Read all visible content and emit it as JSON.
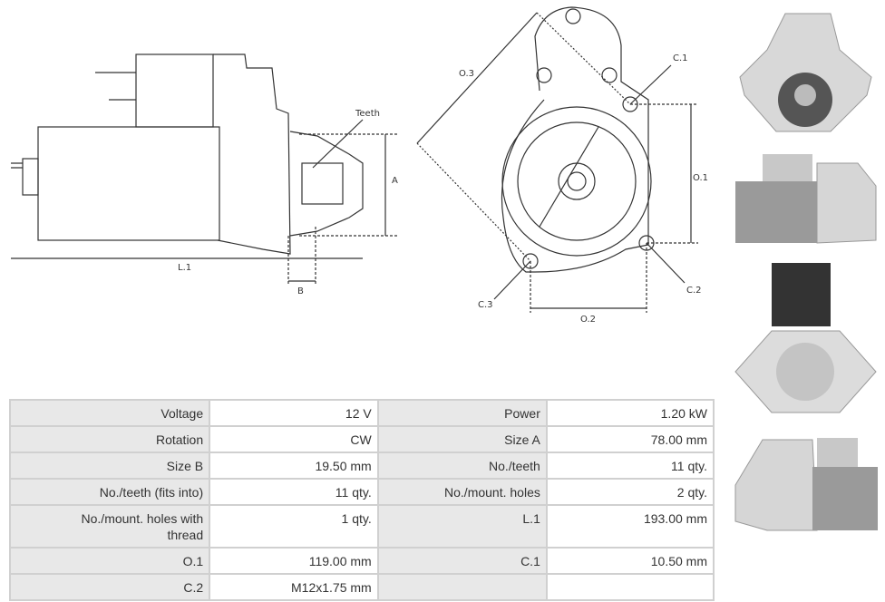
{
  "drawing": {
    "side_view_labels": {
      "teeth": "Teeth",
      "a": "A",
      "l1": "L.1",
      "b": "B"
    },
    "front_view_labels": {
      "o3": "O.3",
      "c1": "C.1",
      "o1": "O.1",
      "c2": "C.2",
      "c3": "C.3",
      "o2": "O.2"
    }
  },
  "specs": [
    [
      "Voltage",
      "12 V",
      "Power",
      "1.20 kW"
    ],
    [
      "Rotation",
      "CW",
      "Size A",
      "78.00 mm"
    ],
    [
      "Size B",
      "19.50 mm",
      "No./teeth",
      "11 qty."
    ],
    [
      "No./teeth (fits into)",
      "11 qty.",
      "No./mount. holes",
      "2 qty."
    ],
    [
      "No./mount. holes with thread",
      "1 qty.",
      "L.1",
      "193.00 mm"
    ],
    [
      "O.1",
      "119.00 mm",
      "C.1",
      "10.50 mm"
    ],
    [
      "C.2",
      "M12x1.75 mm",
      "",
      ""
    ]
  ]
}
